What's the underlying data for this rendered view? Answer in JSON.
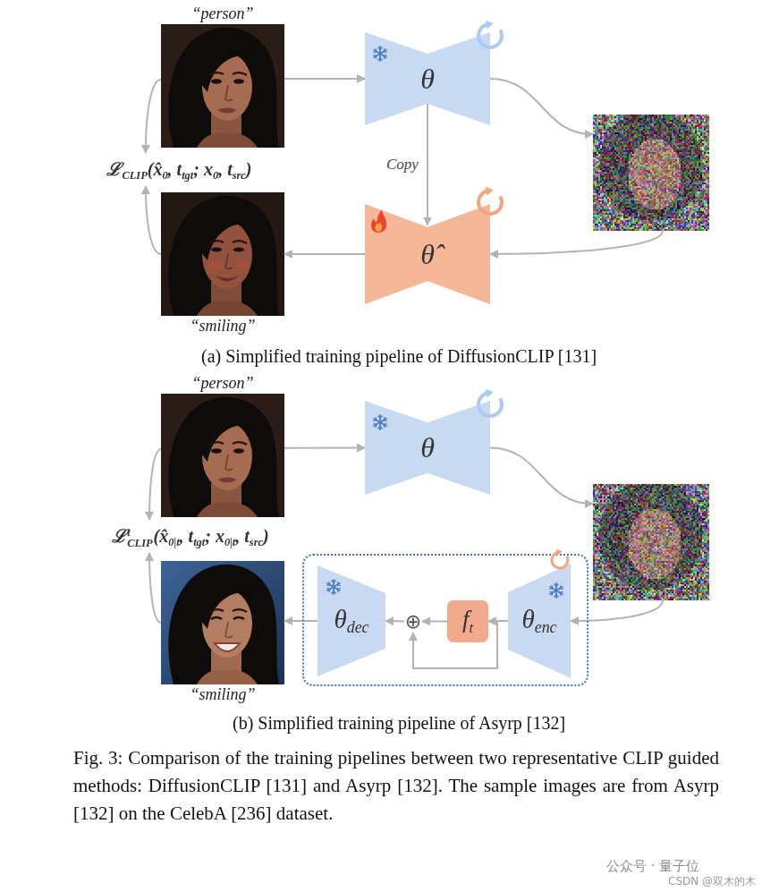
{
  "diagram": {
    "caption": "Fig. 3: Comparison of the training pipelines between two representative CLIP guided methods: DiffusionCLIP [131] and Asyrp [132]. The sample images are from Asyrp [132] on the CelebA [236] dataset.",
    "nodes": [
      {
        "text": [
          "“person”"
        ]
      },
      {
        "text": [
          "θ"
        ]
      },
      {
        "text": []
      },
      {
        "text": [
          "ℒ",
          "CLIP",
          "(x̂",
          "0",
          ", t",
          "tgt",
          "; x",
          "0",
          ", t",
          "src",
          ")"
        ]
      },
      {
        "text": [
          "θ̂"
        ]
      },
      {
        "text": [
          "“smiling”"
        ]
      },
      {
        "text": [
          "“person”"
        ]
      },
      {
        "text": [
          "θ"
        ]
      },
      {
        "text": []
      },
      {
        "text": [
          "ℒ",
          "t",
          "CLIP",
          "(x̂",
          "0|t",
          ", t",
          "tgt",
          "; x",
          "0|t",
          ", t",
          "src",
          ")"
        ]
      },
      {
        "text": []
      },
      {
        "text": [
          "θ",
          "dec"
        ],
        "in": 10
      },
      {
        "text": [
          "⊕"
        ],
        "in": 10
      },
      {
        "text": [
          "f",
          "t"
        ],
        "in": 10
      },
      {
        "text": [
          "θ",
          "enc"
        ],
        "in": 10
      },
      {
        "text": [
          "“smiling”"
        ]
      }
    ],
    "edges": [
      {
        "from": 0,
        "to": 1,
        "arrow": "to"
      },
      {
        "from": 1,
        "to": 2,
        "arrow": "to"
      },
      {
        "from": 2,
        "to": 4,
        "arrow": "to"
      },
      {
        "from": 1,
        "to": 4,
        "arrow": "to",
        "label": "Copy"
      },
      {
        "from": 4,
        "to": 5,
        "arrow": "to"
      },
      {
        "from": 0,
        "to": 3,
        "arrow": "to"
      },
      {
        "from": 5,
        "to": 3,
        "arrow": "to"
      },
      {
        "from": 6,
        "to": 7,
        "arrow": "to"
      },
      {
        "from": 7,
        "to": 8,
        "arrow": "to"
      },
      {
        "from": 8,
        "to": 14,
        "arrow": "to"
      },
      {
        "from": 14,
        "to": 13,
        "arrow": "to"
      },
      {
        "from": 13,
        "to": 12,
        "arrow": "to"
      },
      {
        "from": 14,
        "to": 12,
        "arrow": "to"
      },
      {
        "from": 12,
        "to": 11,
        "arrow": "to"
      },
      {
        "from": 11,
        "to": 15,
        "arrow": "to"
      },
      {
        "from": 6,
        "to": 9,
        "arrow": "to"
      },
      {
        "from": 15,
        "to": 9,
        "arrow": "to"
      }
    ],
    "labels": [
      "(a) Simplified training pipeline of DiffusionCLIP [131]",
      "(b) Simplified training pipeline of Asyrp [132]",
      "公众号 · 量子位",
      "CSDN @双木的木"
    ]
  }
}
